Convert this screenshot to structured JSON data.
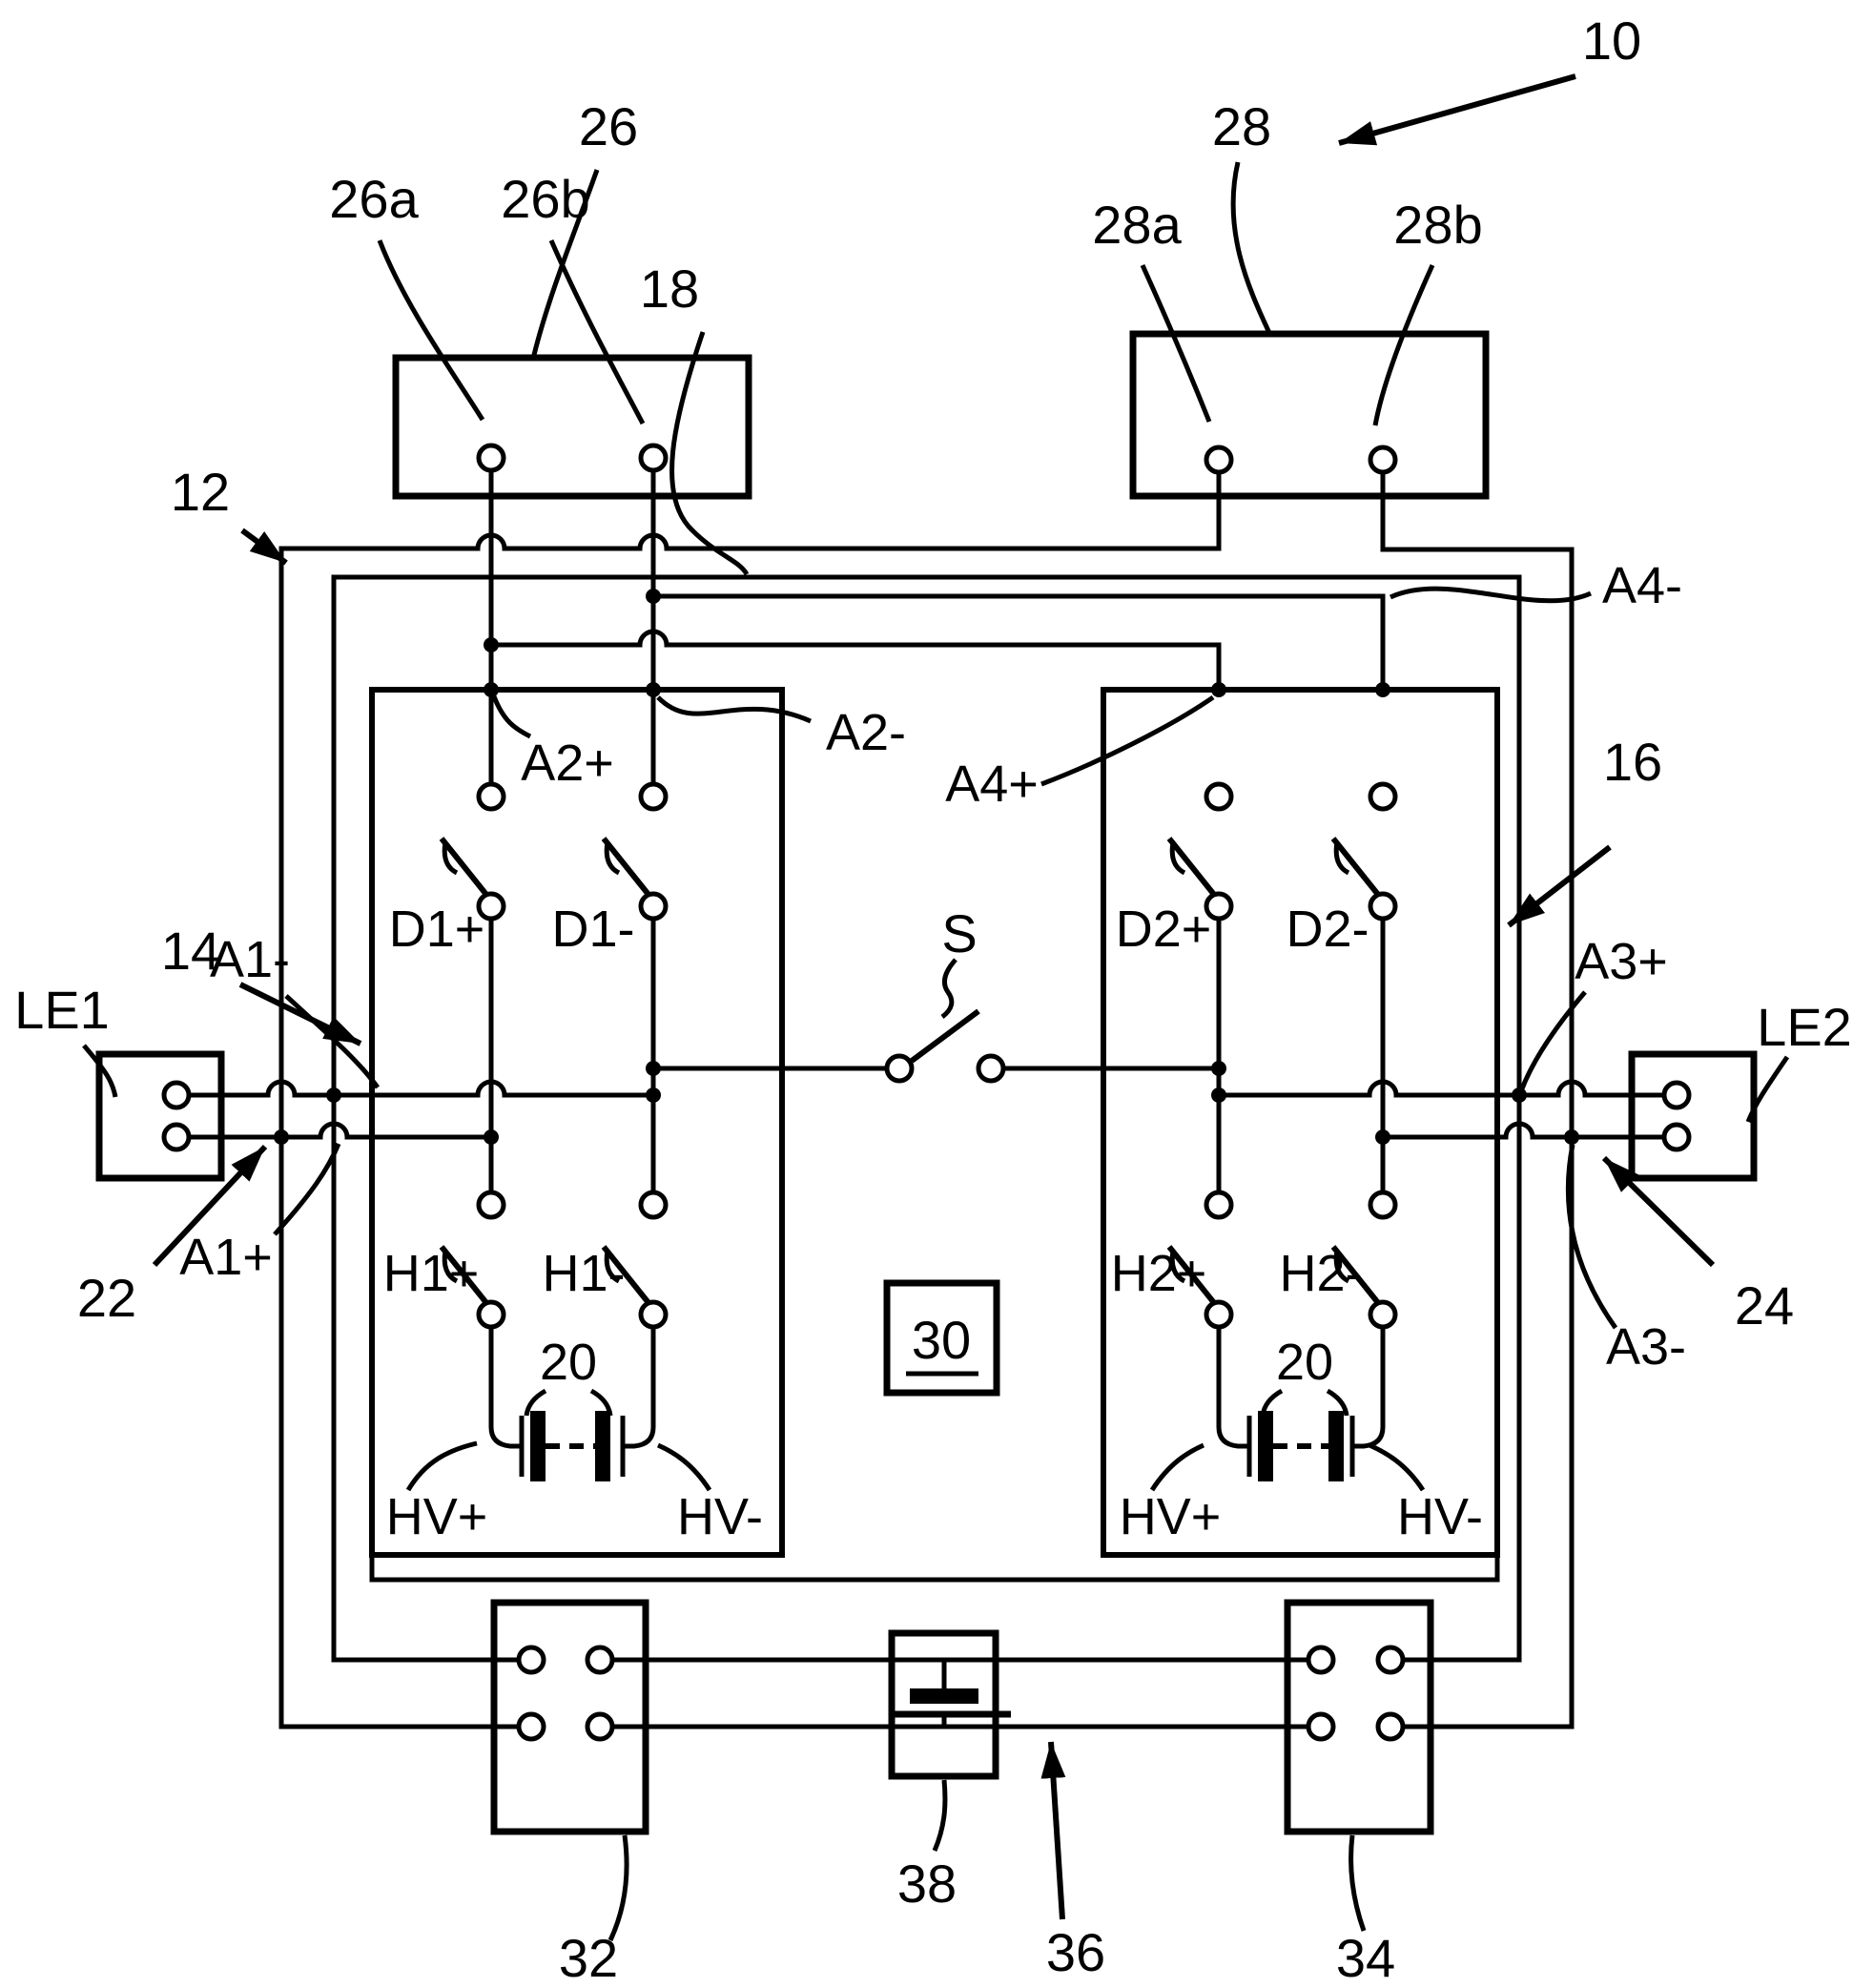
{
  "diagram": {
    "kind": "patent-circuit-schematic",
    "ink_color": "#000000",
    "paper_color": "#ffffff"
  },
  "labels": {
    "ref10": "10",
    "ref12": "12",
    "ref14": "14",
    "ref16": "16",
    "ref18": "18",
    "ref20_left": "20",
    "ref20_right": "20",
    "ref22": "22",
    "ref24": "24",
    "ref26": "26",
    "ref26a": "26a",
    "ref26b": "26b",
    "ref28": "28",
    "ref28a": "28a",
    "ref28b": "28b",
    "ref30": "30",
    "ref32": "32",
    "ref34": "34",
    "ref36": "36",
    "ref38": "38",
    "le1": "LE1",
    "le2": "LE2",
    "switch_s": "S",
    "a1_minus": "A1-",
    "a1_plus": "A1+",
    "a2_plus": "A2+",
    "a2_minus": "A2-",
    "a3_plus": "A3+",
    "a3_minus": "A3-",
    "a4_plus": "A4+",
    "a4_minus": "A4-",
    "d1_plus": "D1+",
    "d1_minus": "D1-",
    "d2_plus": "D2+",
    "d2_minus": "D2-",
    "h1_plus": "H1+",
    "h1_minus": "H1-",
    "h2_plus": "H2+",
    "h2_minus": "H2-",
    "hv_plus_left": "HV+",
    "hv_minus_left": "HV-",
    "hv_plus_right": "HV+",
    "hv_minus_right": "HV-"
  }
}
